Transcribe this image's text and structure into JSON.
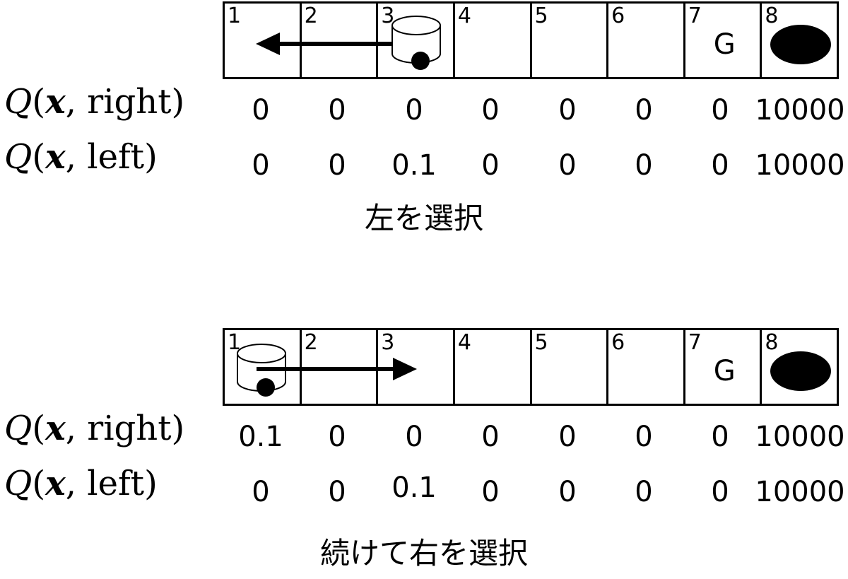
{
  "goal_label": "G",
  "row_labels": {
    "q_right": {
      "q": "Q",
      "open": "(",
      "x": "x",
      "comma": ",",
      "action": "right",
      "close": ")"
    },
    "q_left": {
      "q": "Q",
      "open": "(",
      "x": "x",
      "comma": ",",
      "action": "left",
      "close": ")"
    }
  },
  "panels": [
    {
      "cells": [
        "1",
        "2",
        "3",
        "4",
        "5",
        "6",
        "7",
        "8"
      ],
      "q_right": [
        "0",
        "0",
        "0",
        "0",
        "0",
        "0",
        "0",
        "10000"
      ],
      "q_left": [
        "0",
        "0",
        "0.1",
        "0",
        "0",
        "0",
        "0",
        "10000"
      ],
      "caption": "左を選択",
      "robot_cell": 3,
      "arrow_direction": "left"
    },
    {
      "cells": [
        "1",
        "2",
        "3",
        "4",
        "5",
        "6",
        "7",
        "8"
      ],
      "q_right": [
        "0.1",
        "0",
        "0",
        "0",
        "0",
        "0",
        "0",
        "10000"
      ],
      "q_left": [
        "0",
        "0",
        "0.1",
        "0",
        "0",
        "0",
        "0",
        "10000"
      ],
      "caption": "続けて右を選択",
      "robot_cell": 1,
      "arrow_direction": "right"
    }
  ]
}
